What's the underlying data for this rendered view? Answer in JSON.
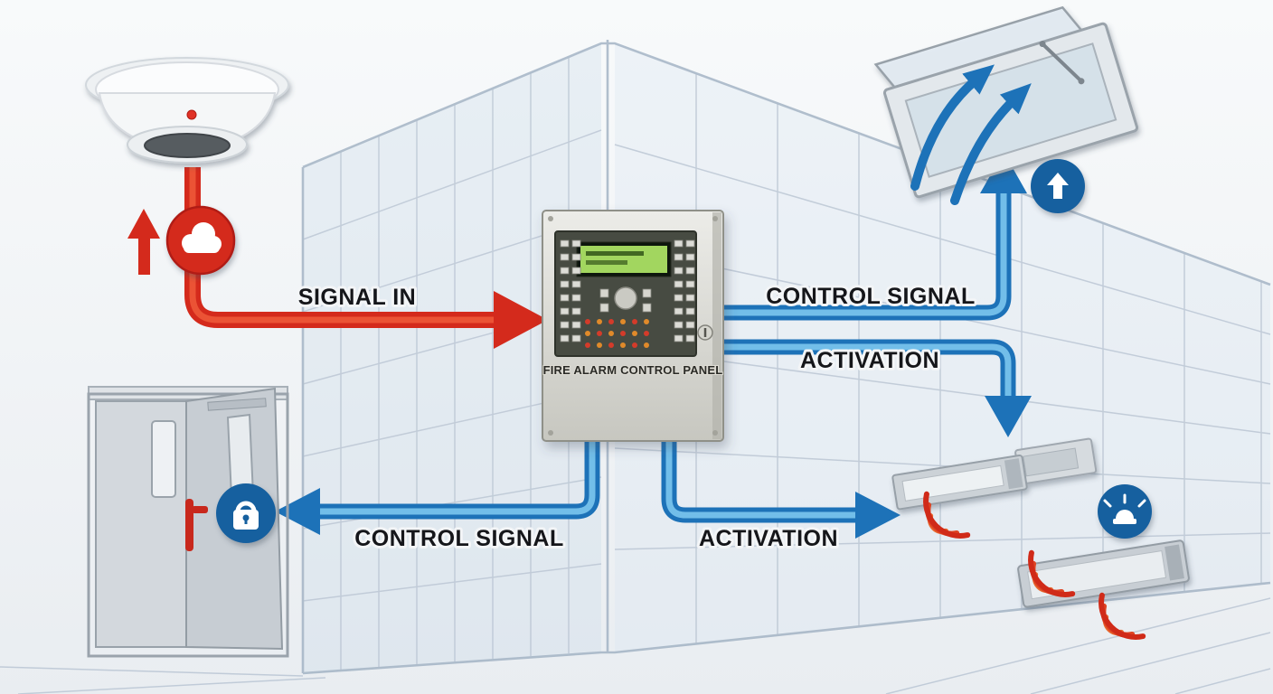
{
  "diagram": {
    "labels": {
      "signal_in": "SIGNAL IN",
      "control_signal_top": "CONTROL SIGNAL",
      "activation_top": "ACTIVATION",
      "control_signal_bottom": "CONTROL SIGNAL",
      "activation_bottom": "ACTIVATION"
    },
    "panel": {
      "label": "FIRE ALARM CONTROL PANEL"
    },
    "colors": {
      "signal_red": "#d42a1c",
      "signal_red_light": "#ee5b3a",
      "signal_blue": "#1d72b8",
      "signal_blue_light": "#7cc6ee",
      "icon_circle_blue": "#15609f",
      "label_text": "#15161a",
      "wireframe": "#b7c3d2"
    },
    "icons": [
      "smoke-detector",
      "smoke-cloud-icon",
      "red-up-arrow-icon",
      "window-vent",
      "up-arrow-icon",
      "lock-icon",
      "siren-icon",
      "emergency-lights",
      "sound-waves-icon"
    ]
  }
}
